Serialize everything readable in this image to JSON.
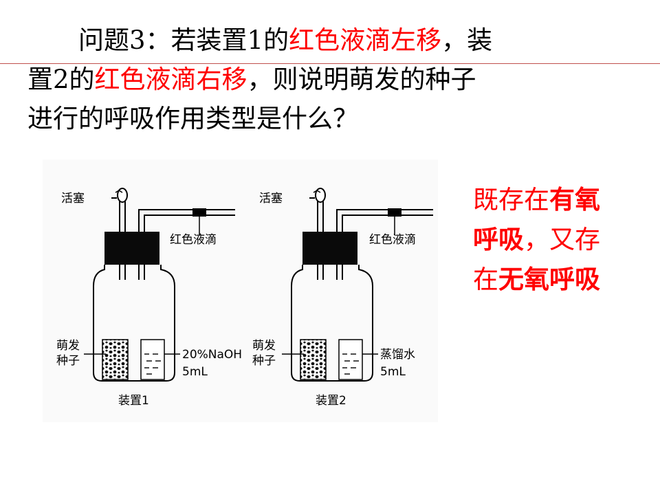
{
  "question": {
    "line1_lead": "问题3：若装置1的",
    "line1_red": "红色液滴左移",
    "line1_tail": "，装",
    "line2_lead": "置2的",
    "line2_red": "红色液滴右移",
    "line2_tail": "，则说明萌发的种子",
    "line3": "进行的呼吸作用类型是什么？"
  },
  "answer": {
    "p1": "既存在",
    "b1": "有氧",
    "b2": "呼吸",
    "p2": "，又存",
    "p3": "在",
    "b3": "无氧呼吸"
  },
  "figure": {
    "apparatus": [
      {
        "stopcock": "活塞",
        "droplet": "红色液滴",
        "seeds_line1": "萌发",
        "seeds_line2": "种子",
        "solution": "20%NaOH",
        "volume": "5mL",
        "caption": "装置1"
      },
      {
        "stopcock": "活塞",
        "droplet": "红色液滴",
        "seeds_line1": "萌发",
        "seeds_line2": "种子",
        "solution": "蒸馏水",
        "volume": "5mL",
        "caption": "装置2"
      }
    ]
  },
  "colors": {
    "highlight": "#ff0000",
    "rule": "#c0504d"
  }
}
